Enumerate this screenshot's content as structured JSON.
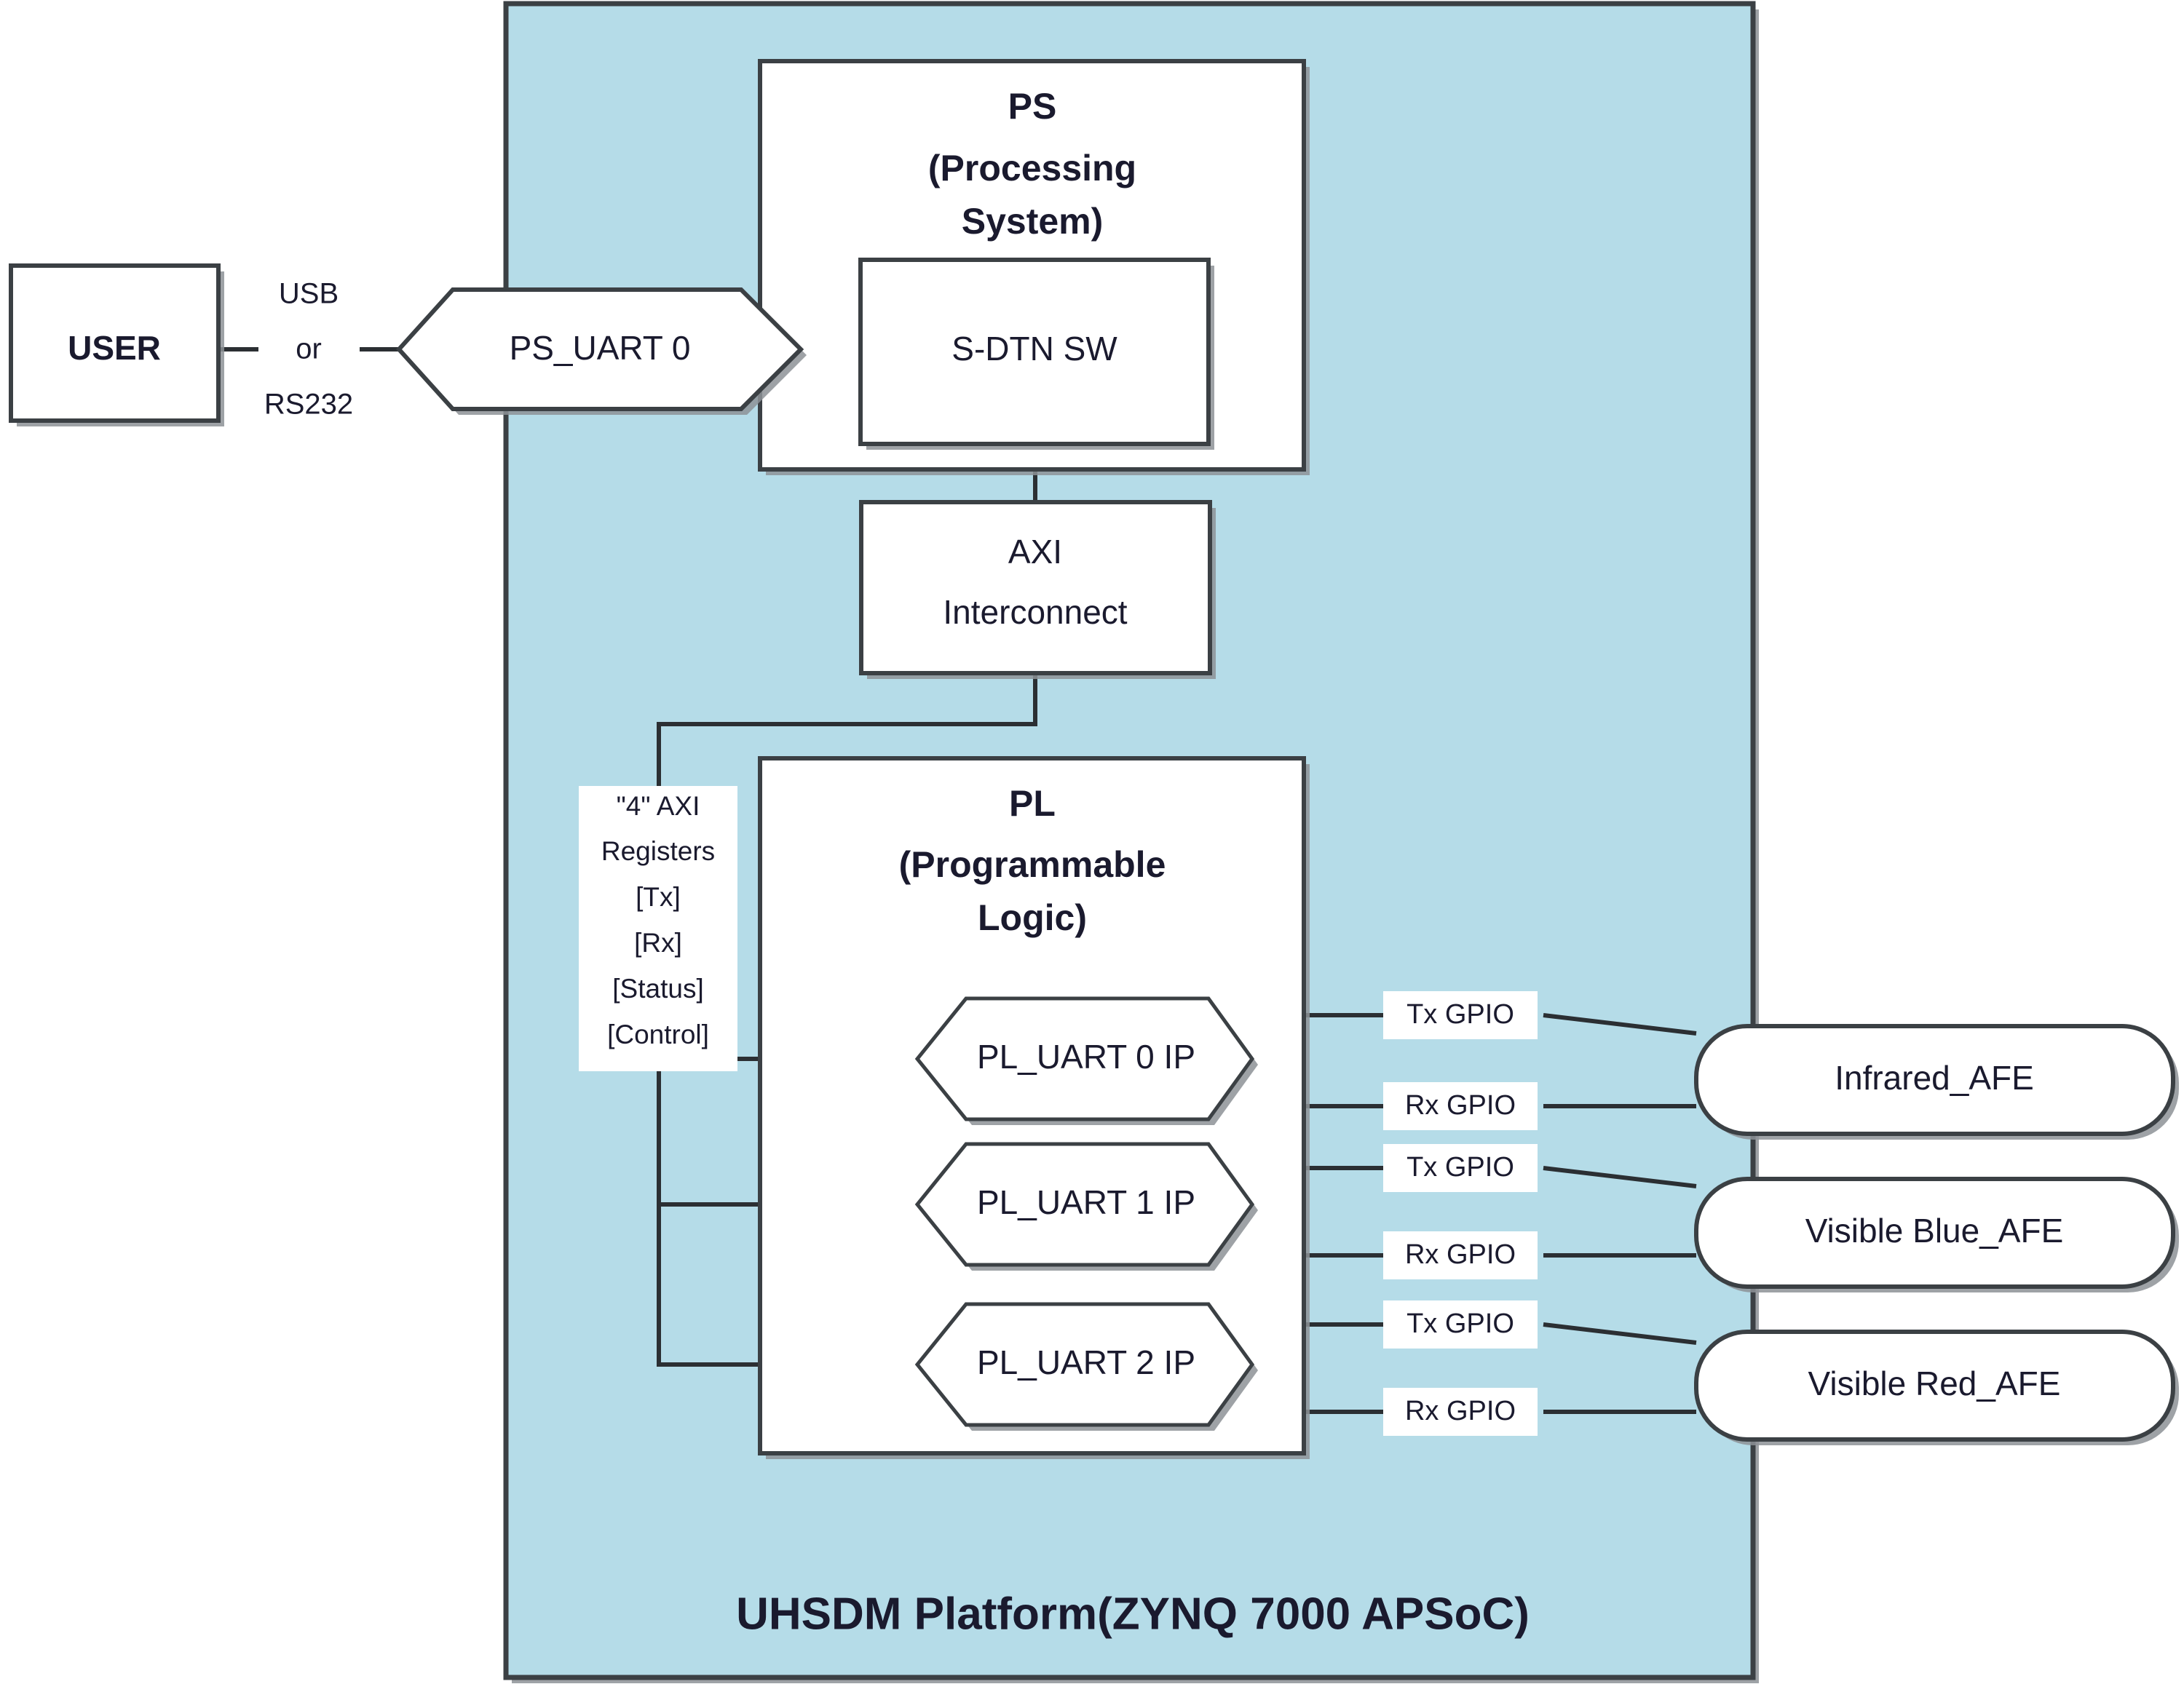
{
  "platform": {
    "title": "UHSDM Platform(ZYNQ 7000 APSoC)",
    "fill_color": "#b5dce8",
    "border_color": "#3b4044"
  },
  "user": {
    "label": "USER"
  },
  "connection": {
    "line1": "USB",
    "line2": "or",
    "line3": "RS232"
  },
  "ps_uart": {
    "label": "PS_UART 0"
  },
  "ps_block": {
    "line1": "PS",
    "line2": "(Processing",
    "line3": "System)"
  },
  "sdtn": {
    "label": "S-DTN SW"
  },
  "axi": {
    "line1": "AXI",
    "line2": "Interconnect"
  },
  "pl_block": {
    "line1": "PL",
    "line2": "(Programmable",
    "line3": "Logic)"
  },
  "registers": {
    "line1": "\"4\" AXI",
    "line2": "Registers",
    "line3": "[Tx]",
    "line4": "[Rx]",
    "line5": "[Status]",
    "line6": "[Control]"
  },
  "pl_uarts": [
    {
      "label": "PL_UART 0 IP"
    },
    {
      "label": "PL_UART 1 IP"
    },
    {
      "label": "PL_UART 2 IP"
    }
  ],
  "gpio_labels": [
    {
      "label": "Tx GPIO"
    },
    {
      "label": "Rx GPIO"
    },
    {
      "label": "Tx GPIO"
    },
    {
      "label": "Rx GPIO"
    },
    {
      "label": "Tx GPIO"
    },
    {
      "label": "Rx GPIO"
    }
  ],
  "afes": [
    {
      "label": "Infrared_AFE"
    },
    {
      "label": "Visible Blue_AFE"
    },
    {
      "label": "Visible Red_AFE"
    }
  ],
  "chart_data": {
    "type": "diagram",
    "title": "UHSDM Platform(ZYNQ 7000 APSoC) block diagram",
    "nodes": [
      "USER",
      "PS_UART 0",
      "PS (Processing System)",
      "S-DTN SW",
      "AXI Interconnect",
      "PL (Programmable Logic)",
      "\"4\" AXI Registers [Tx] [Rx] [Status] [Control]",
      "PL_UART 0 IP",
      "PL_UART 1 IP",
      "PL_UART 2 IP",
      "Infrared_AFE",
      "Visible Blue_AFE",
      "Visible Red_AFE"
    ],
    "edges": [
      {
        "from": "USER",
        "to": "PS_UART 0",
        "label": "USB or RS232"
      },
      {
        "from": "PS_UART 0",
        "to": "S-DTN SW",
        "label": ""
      },
      {
        "from": "S-DTN SW",
        "to": "AXI Interconnect",
        "label": ""
      },
      {
        "from": "AXI Interconnect",
        "to": "\"4\" AXI Registers",
        "label": ""
      },
      {
        "from": "\"4\" AXI Registers",
        "to": "PL_UART 0 IP",
        "label": ""
      },
      {
        "from": "\"4\" AXI Registers",
        "to": "PL_UART 1 IP",
        "label": ""
      },
      {
        "from": "\"4\" AXI Registers",
        "to": "PL_UART 2 IP",
        "label": ""
      },
      {
        "from": "PL_UART 0 IP",
        "to": "Infrared_AFE",
        "label": "Tx GPIO"
      },
      {
        "from": "PL_UART 0 IP",
        "to": "Infrared_AFE",
        "label": "Rx GPIO"
      },
      {
        "from": "PL_UART 1 IP",
        "to": "Visible Blue_AFE",
        "label": "Tx GPIO"
      },
      {
        "from": "PL_UART 1 IP",
        "to": "Visible Blue_AFE",
        "label": "Rx GPIO"
      },
      {
        "from": "PL_UART 2 IP",
        "to": "Visible Red_AFE",
        "label": "Tx GPIO"
      },
      {
        "from": "PL_UART 2 IP",
        "to": "Visible Red_AFE",
        "label": "Rx GPIO"
      }
    ]
  }
}
